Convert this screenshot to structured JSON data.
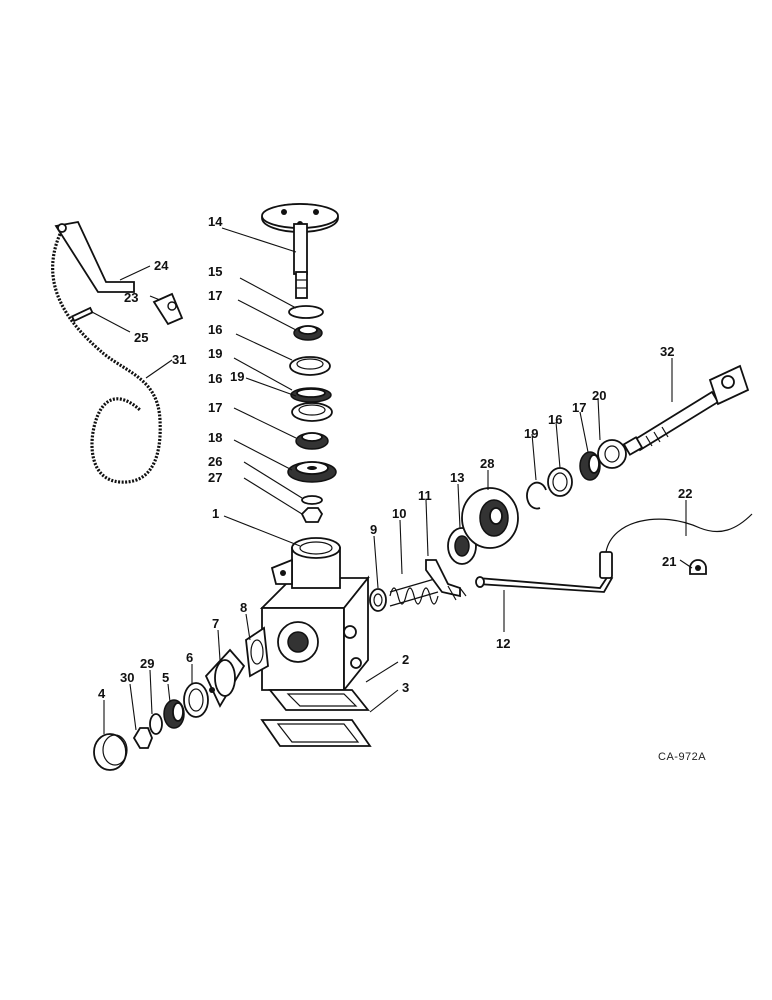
{
  "figure_code": "CA-972A",
  "callouts": {
    "c14": "14",
    "c15": "15",
    "c17a": "17",
    "c16a": "16",
    "c19a": "19",
    "c16b": "16",
    "c19b": "19",
    "c17b": "17",
    "c18": "18",
    "c26": "26",
    "c27": "27",
    "c1": "1",
    "c24": "24",
    "c23": "23",
    "c25": "25",
    "c31": "31",
    "c32": "32",
    "c20": "20",
    "c17c": "17",
    "c16c": "16",
    "c19c": "19",
    "c28": "28",
    "c13": "13",
    "c11": "11",
    "c10": "10",
    "c9": "9",
    "c22": "22",
    "c21": "21",
    "c12": "12",
    "c8": "8",
    "c7": "7",
    "c6": "6",
    "c5": "5",
    "c29": "29",
    "c30": "30",
    "c4": "4",
    "c2": "2",
    "c3": "3"
  }
}
